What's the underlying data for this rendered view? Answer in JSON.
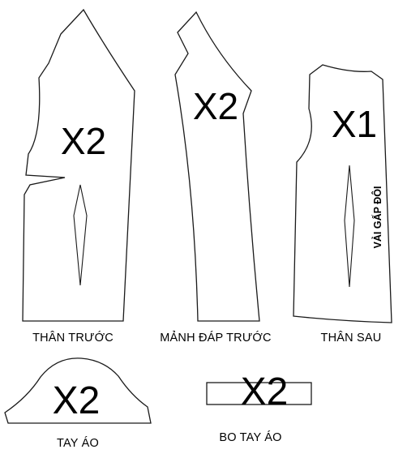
{
  "pieces": [
    {
      "id": "than-truoc",
      "label": "THÂN TRƯỚC",
      "quantity": "X2"
    },
    {
      "id": "manh-dap-truoc",
      "label": "MẢNH ĐÁP TRƯỚC",
      "quantity": "X2"
    },
    {
      "id": "than-sau",
      "label": "THÂN SAU",
      "quantity": "X1",
      "fold_note": "VẢI GẤP ĐÔI"
    },
    {
      "id": "tay-ao",
      "label": "TAY ÁO",
      "quantity": "X2"
    },
    {
      "id": "bo-tay-ao",
      "label": "BO TAY ÁO",
      "quantity": "X2"
    }
  ],
  "colors": {
    "line": "#1a1a1a",
    "text": "#000000",
    "background": "#ffffff"
  }
}
